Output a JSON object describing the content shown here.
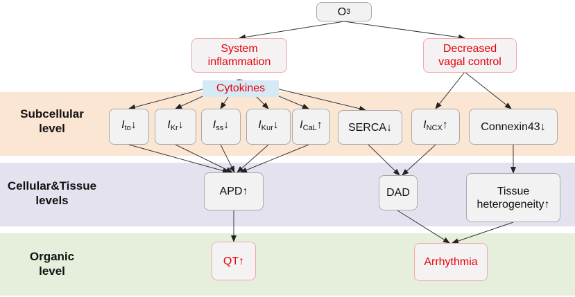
{
  "levels": {
    "subcellular": [
      "Subcellular",
      "level"
    ],
    "cellular": [
      "Cellular&Tissue",
      "levels"
    ],
    "organic": [
      "Organic",
      "level"
    ]
  },
  "nodes": {
    "o3": {
      "base": "O",
      "sub": "3"
    },
    "inflammation": [
      "System",
      "inflammation"
    ],
    "vagal": [
      "Decreased",
      "vagal control"
    ],
    "cytokines": "Cytokines",
    "ito": {
      "base": "I",
      "sub": "to",
      "arrow": "↓"
    },
    "ikr": {
      "base": "I",
      "sub": "Kr",
      "arrow": "↓"
    },
    "iss": {
      "base": "I",
      "sub": "ss",
      "arrow": "↓"
    },
    "ikur": {
      "base": "I",
      "sub": "Kur",
      "arrow": "↓"
    },
    "ical": {
      "base": "I",
      "sub": "CaL",
      "arrow": "↑"
    },
    "serca": "SERCA↓",
    "incx": {
      "base": "I",
      "sub": "NCX",
      "arrow": "↑"
    },
    "connexin": "Connexin43↓",
    "apd": "APD↑",
    "dad": "DAD",
    "tissue": [
      "Tissue",
      "heterogeneity↑"
    ],
    "qt": "QT↑",
    "arrhythmia": "Arrhythmia"
  },
  "colors": {
    "subcellular_band": "#fbe5d3",
    "cellular_band": "#e5e2ef",
    "organic_band": "#e5efdc",
    "highlight_text": "#e8000b",
    "cytokines_fill": "#d6eaf5"
  }
}
